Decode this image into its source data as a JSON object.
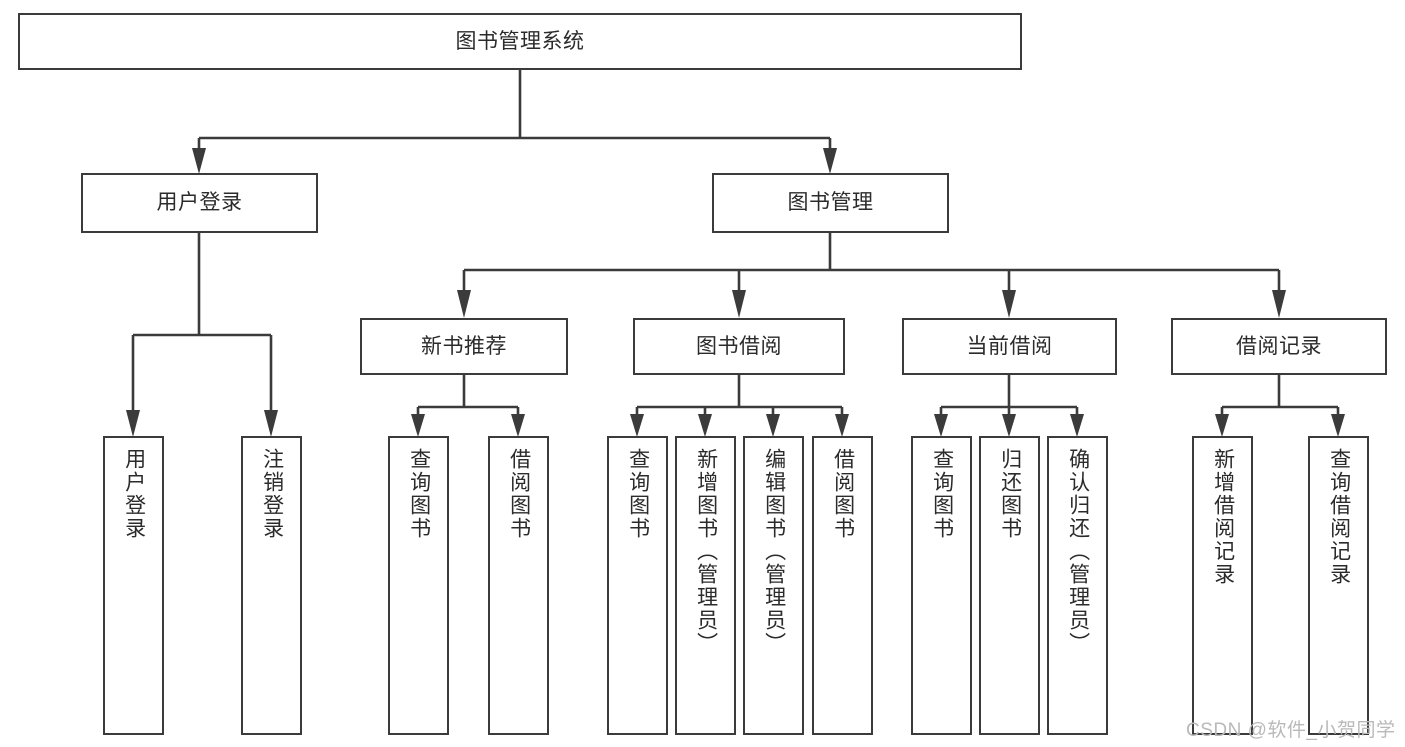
{
  "diagram": {
    "title": "图书管理系统",
    "type": "tree-hierarchy-chart",
    "root": {
      "label": "图书管理系统"
    },
    "level2": [
      {
        "label": "用户登录"
      },
      {
        "label": "图书管理"
      }
    ],
    "level3": [
      {
        "label": "新书推荐"
      },
      {
        "label": "图书借阅"
      },
      {
        "label": "当前借阅"
      },
      {
        "label": "借阅记录"
      }
    ],
    "leaves": {
      "user_login": [
        {
          "label": "用户登录"
        },
        {
          "label": "注销登录"
        }
      ],
      "new_book_recommend": [
        {
          "label": "查询图书"
        },
        {
          "label": "借阅图书"
        }
      ],
      "book_borrow": [
        {
          "label": "查询图书"
        },
        {
          "label": "新增图书（管理员）"
        },
        {
          "label": "编辑图书（管理员）"
        },
        {
          "label": "借阅图书"
        }
      ],
      "current_borrow": [
        {
          "label": "查询图书"
        },
        {
          "label": "归还图书"
        },
        {
          "label": "确认归还（管理员）"
        }
      ],
      "borrow_record": [
        {
          "label": "新增借阅记录"
        },
        {
          "label": "查询借阅记录"
        }
      ]
    }
  },
  "watermark": {
    "text": "CSDN @软件_小贺同学"
  },
  "colors": {
    "box_border": "#3b3b3b",
    "box_fill": "#ffffff",
    "text": "#2b2b2b",
    "wire": "#3b3b3b",
    "watermark": "#b9b9b9"
  }
}
